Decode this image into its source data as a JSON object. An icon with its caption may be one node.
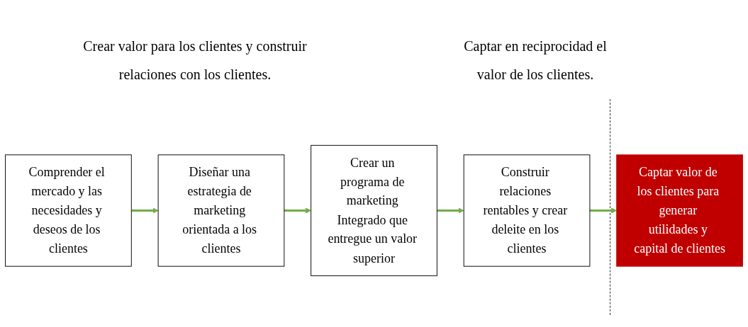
{
  "diagram": {
    "nodes": [
      {
        "text": [
          "Comprender el mercado y las necesidades y deseos de los clientes"
        ]
      },
      {
        "text": [
          "Diseñar una estrategia de marketing orientada a los clientes"
        ]
      },
      {
        "text": [
          "Crear un programa de marketing Integrado que entregue un valor superior"
        ]
      },
      {
        "text": [
          "Construir relaciones rentables y crear deleite en los clientes"
        ]
      },
      {
        "text": [
          "Captar valor de los clientes para generar utilidades y capital de clientes"
        ]
      }
    ],
    "edges": [
      {
        "from": 0,
        "to": 1,
        "arrow": "to"
      },
      {
        "from": 1,
        "to": 2,
        "arrow": "to"
      },
      {
        "from": 2,
        "to": 3,
        "arrow": "to"
      },
      {
        "from": 3,
        "to": 4,
        "arrow": "to"
      }
    ],
    "labels": [
      "Crear valor para los clientes y construir relaciones con los clientes.",
      "Captar en reciprocidad el valor de los clientes."
    ]
  }
}
